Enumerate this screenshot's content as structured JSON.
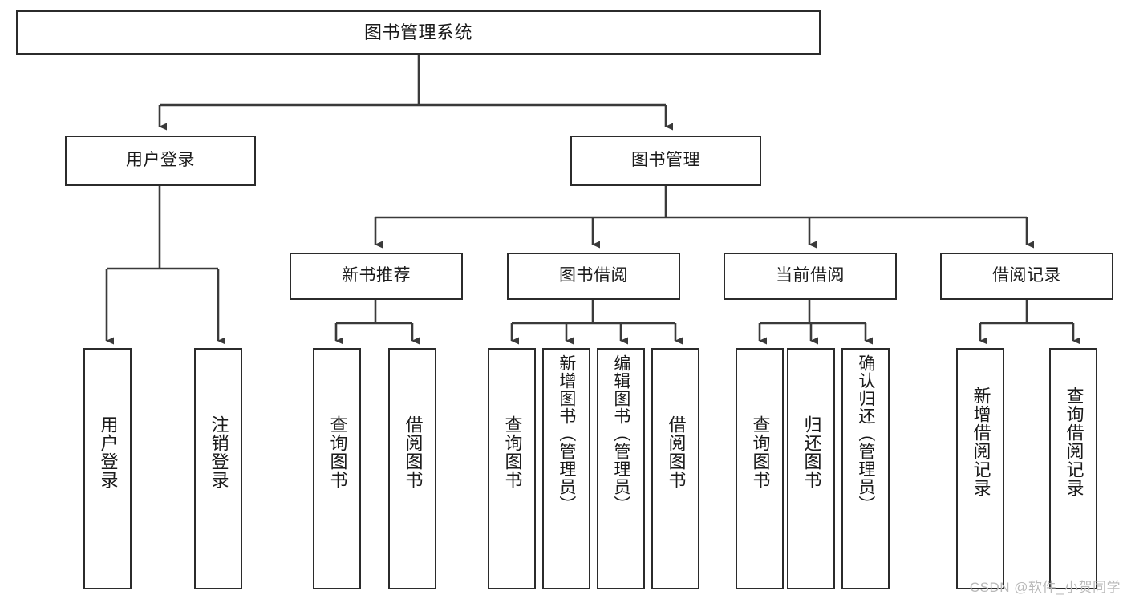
{
  "diagram": {
    "title": "图书管理系统",
    "type": "tree-structure-chart",
    "watermark": "CSDN @软件_小贺同学",
    "colors": {
      "box_border": "#2b2b2b",
      "box_fill": "#ffffff",
      "connector": "#3a3a3a",
      "text": "#1a1a1a",
      "watermark": "#b9b9b9"
    },
    "nodes": {
      "root": {
        "label": "图书管理系统"
      },
      "level2": [
        {
          "label": "用户登录"
        },
        {
          "label": "图书管理"
        }
      ],
      "level3": [
        {
          "label": "新书推荐"
        },
        {
          "label": "图书借阅"
        },
        {
          "label": "当前借阅"
        },
        {
          "label": "借阅记录"
        }
      ],
      "leaves": {
        "user_login": [
          {
            "label": "用户登录"
          },
          {
            "label": "注销登录"
          }
        ],
        "new_book_recommend": [
          {
            "label": "查询图书"
          },
          {
            "label": "借阅图书"
          }
        ],
        "book_borrow": [
          {
            "label": "查询图书"
          },
          {
            "label": "新增图书（管理员）"
          },
          {
            "label": "编辑图书（管理员）"
          },
          {
            "label": "借阅图书"
          }
        ],
        "current_borrow": [
          {
            "label": "查询图书"
          },
          {
            "label": "归还图书"
          },
          {
            "label": "确认归还（管理员）"
          }
        ],
        "borrow_record": [
          {
            "label": "新增借阅记录"
          },
          {
            "label": "查询借阅记录"
          }
        ]
      }
    }
  }
}
